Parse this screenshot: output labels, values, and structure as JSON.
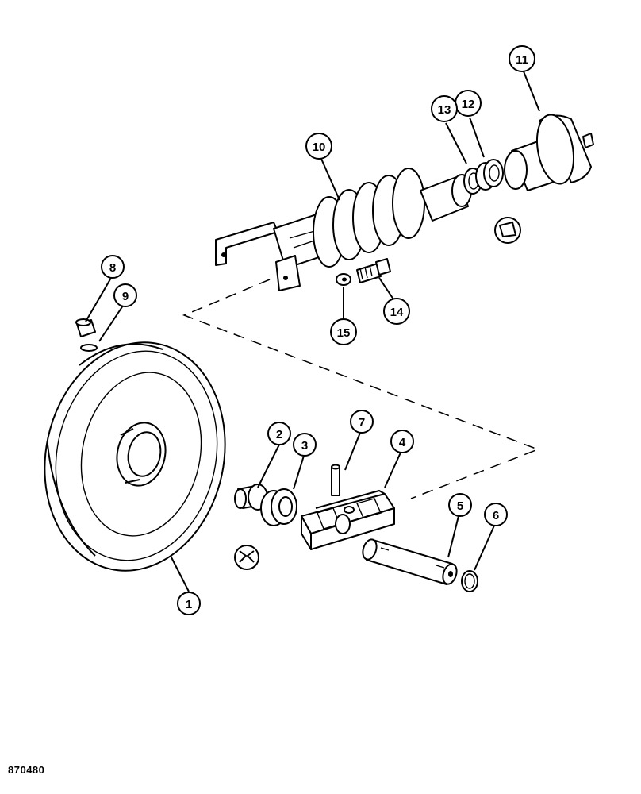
{
  "figure_id": "870480",
  "callouts": [
    {
      "id": "c1",
      "label": "1"
    },
    {
      "id": "c2",
      "label": "2"
    },
    {
      "id": "c3",
      "label": "3"
    },
    {
      "id": "c4",
      "label": "4"
    },
    {
      "id": "c5",
      "label": "5"
    },
    {
      "id": "c6",
      "label": "6"
    },
    {
      "id": "c7",
      "label": "7"
    },
    {
      "id": "c8",
      "label": "8"
    },
    {
      "id": "c9",
      "label": "9"
    },
    {
      "id": "c10",
      "label": "10"
    },
    {
      "id": "c11",
      "label": "11"
    },
    {
      "id": "c12",
      "label": "12"
    },
    {
      "id": "c13",
      "label": "13"
    },
    {
      "id": "c14",
      "label": "14"
    },
    {
      "id": "c15",
      "label": "15"
    }
  ]
}
